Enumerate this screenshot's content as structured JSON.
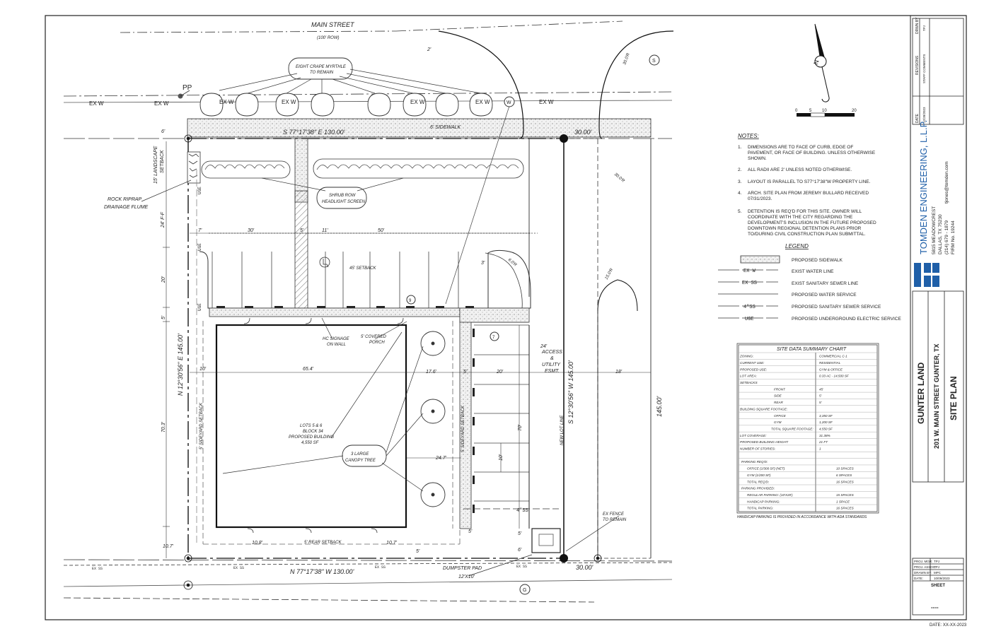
{
  "streets": {
    "main": "MAIN STREET",
    "row": "(100' ROW)"
  },
  "utilities": {
    "pp": "PP",
    "ex_w": "EX W",
    "ex_ss": "EX SS",
    "w_marker": "W",
    "s_marker": "S",
    "g_marker": "G",
    "uge": "UGE",
    "ss4": "4\"SS"
  },
  "site_labels": {
    "crape": [
      "EIGHT CRAPE MYRTHLE",
      "TO REMAIN"
    ],
    "sidewalk": "6' SIDEWALK",
    "landscape": [
      "15' LANDSCAPE",
      "SETBACK"
    ],
    "riprap": [
      "ROCK RIPRAP",
      "DRAINAGE FLUME"
    ],
    "shrub": [
      "SHRUB ROW",
      "HEADLIGHT SCREEN"
    ],
    "front_setback": "45' SETBACK",
    "hc_signage": [
      "HC SIGNAGE",
      "ON WALL"
    ],
    "porch": [
      "5' COVERED",
      "PORCH"
    ],
    "building": [
      "LOTS 5 & 6",
      "BLOCK 34",
      "PROPOSED BUILDING",
      "4,550 SF"
    ],
    "canopy": [
      "3 LARGE",
      "CANOPY TREE"
    ],
    "side_setback": "5' SIDEYARD SETBACK",
    "rear_setback": "5' REAR SETBACK",
    "access": [
      "24'",
      "ACCESS",
      "&",
      "UTILITY",
      "ESMT."
    ],
    "new_lot": "NEW LOT LINE",
    "fence": [
      "EX FENCE",
      "TO REMAIN"
    ],
    "dumpster": [
      "DUMPSTER PAD",
      "12'X10'"
    ],
    "bearing_top": "S 77°17'38\" E 130.00'",
    "bearing_bottom": "N 77°17'38\" W 130.00'",
    "bearing_left": "N 12°30'56\" E 145.00'",
    "bearing_mid": "S 12°30'56\" W 145.00'",
    "dist_right": "145.00'",
    "dist_30_top": "30.00'",
    "dist_30_bot": "30.00'",
    "r30": "30.0'R",
    "r15": "15.0'R",
    "r6": "6.0'R",
    "parking_9": "9",
    "parking_7": "7"
  },
  "dims": {
    "d2": "2'",
    "d6a": "6'",
    "d24": "24' F-F",
    "d7": "7'",
    "d30": "30'",
    "d5a": "5'",
    "d11": "11'",
    "d50": "50'",
    "d20": "20'",
    "d3": "3'",
    "d5b": "5'",
    "d10a": "10'",
    "d65": "65.4'",
    "d17": "17.6'",
    "d5c": "5'",
    "d20b": "20'",
    "d18": "18'",
    "d70": "70.3'",
    "d70b": "70'",
    "d10b": "10'",
    "d247": "24.7'",
    "d107": "10.7'",
    "d108": "10.8'",
    "d107b": "10.7'",
    "d5d": "5'",
    "d5e": "5'",
    "d6b": "6'",
    "d5f": "5'"
  },
  "north": {
    "label": "N",
    "scale": [
      "0",
      "5",
      "10",
      "20"
    ]
  },
  "notes": {
    "title": "NOTES:",
    "items": [
      [
        "1.",
        "DIMENSIONS ARE TO FACE OF CURB, EDGE OF",
        "PAVEMENT, OR FACE OF BUILDING.  UNLESS OTHERWISE",
        "SHOWN."
      ],
      [
        "2.",
        "ALL RADII ARE 2' UNLESS NOTED OTHERWISE."
      ],
      [
        "3.",
        "LAYOUT IS PARALLEL TO S77°17'38\"W PROPERTY LINE."
      ],
      [
        "4.",
        "ARCH. SITE PLAN FROM JEREMY BULLARD RECEIVED",
        "07/31/2023."
      ],
      [
        "5.",
        "DETENTION IS REQ'D FOR THIS SITE.  OWNER WILL",
        "COORDINATE WITH THE CITY REGARDING THE",
        "DEVELOPMENT'S INCLUSION IN THE FUTURE PROPOSED",
        "DOWNTOWN REGIONAL DETENTION PLANS PRIOR",
        "TO/DURING CIVIL CONSTRUCTION PLAN SUBMITTAL."
      ]
    ]
  },
  "legend": {
    "title": "LEGEND",
    "items": [
      {
        "sym": "",
        "label": "PROPOSED SIDEWALK"
      },
      {
        "sym": "EX W",
        "label": "EXIST WATER LINE"
      },
      {
        "sym": "EX SS",
        "label": "EXIST SANITARY SEWER LINE"
      },
      {
        "sym": "",
        "label": "PROPOSED WATER SERVICE"
      },
      {
        "sym": "4\"SS",
        "label": "PROPOSED SANITARY SEWER SERVICE"
      },
      {
        "sym": "UGE",
        "label": "PROPOSED UNDERGROUND ELECTRIC SERVICE"
      }
    ]
  },
  "site_data": {
    "title": "SITE DATA SUMMARY CHART",
    "rows": [
      [
        "ZONING:",
        "COMMERCIAL C-1"
      ],
      [
        "CURRENT USE:",
        "RESIDENTIAL"
      ],
      [
        "PROPOSED USE:",
        "GYM & OFFICE"
      ],
      [
        "LOT AREA:",
        "0.33 AC - 14,500 SF"
      ],
      [
        "SETBACKS",
        ""
      ],
      [
        "FRONT",
        "45'"
      ],
      [
        "SIDE",
        "5'"
      ],
      [
        "REAR",
        "5'"
      ],
      [
        "BUILDING SQUARE FOOTAGE:",
        ""
      ],
      [
        "OFFICE",
        "3,350 SF"
      ],
      [
        "GYM",
        "1,200 SF"
      ],
      [
        "TOTAL SQUARE FOOTAGE:",
        "4,550 SF"
      ],
      [
        "LOT COVERAGE:",
        "31.38%"
      ],
      [
        "PROPOSED BUILDING HEIGHT:",
        "21 FT"
      ],
      [
        "NUMBER OF STORIES:",
        "1"
      ],
      [
        "",
        ""
      ],
      [
        "PARKING REQ'D:",
        ""
      ],
      [
        "OFFICE (1/300 SF) (NET)",
        "10 SPACES"
      ],
      [
        "GYM (1/200 SF)",
        "6 SPACES"
      ],
      [
        "TOTAL REQ'D:",
        "16 SPACES"
      ],
      [
        "PARKING PROVIDED:",
        ""
      ],
      [
        "REGULAR PARKING: (10'X20')",
        "15 SPACES"
      ],
      [
        "HANDICAP PARKING:",
        "1 SPACE"
      ],
      [
        "TOTAL PARKING:",
        "16 SPACES"
      ]
    ],
    "footnote": "HANDICAP PARKING IS PROVIDED IN ACCORDANCE WITH ADA STANDARDS"
  },
  "title_block": {
    "firm": "TOMDEN ENGINEERING, L.L.P.",
    "address": [
      "5815 MEADOWCREST",
      "DALLAS, TX 75230",
      "(214) 679 - 1879",
      "FIRM No. 19244"
    ],
    "email": "tjones@tomden.com",
    "project": "GUNTER LAND",
    "address_project": "201 W. MAIN STREET GUNTER, TX",
    "sheet_title": "SITE PLAN",
    "rev_headers": [
      "DATE",
      "REVISIONS",
      "DRWN BY"
    ],
    "rev_row": [
      "12/28/2023",
      "STAFF COMMENTS",
      "TPJ"
    ],
    "info": [
      [
        "PROJ. MGR:",
        "TPJ"
      ],
      [
        "PROJ. ASSOC:",
        "TPJ"
      ],
      [
        "DRAWN BY:",
        "MPC"
      ],
      [
        "DATE:",
        "10/09/2023"
      ]
    ],
    "sheet_label": "SHEET",
    "sheet_no": "----"
  },
  "date_footer": "DATE: XX-XX-2023",
  "colors": {
    "accent": "#1f5fa8",
    "line": "#222222",
    "hatch": "#bbbbbb"
  }
}
